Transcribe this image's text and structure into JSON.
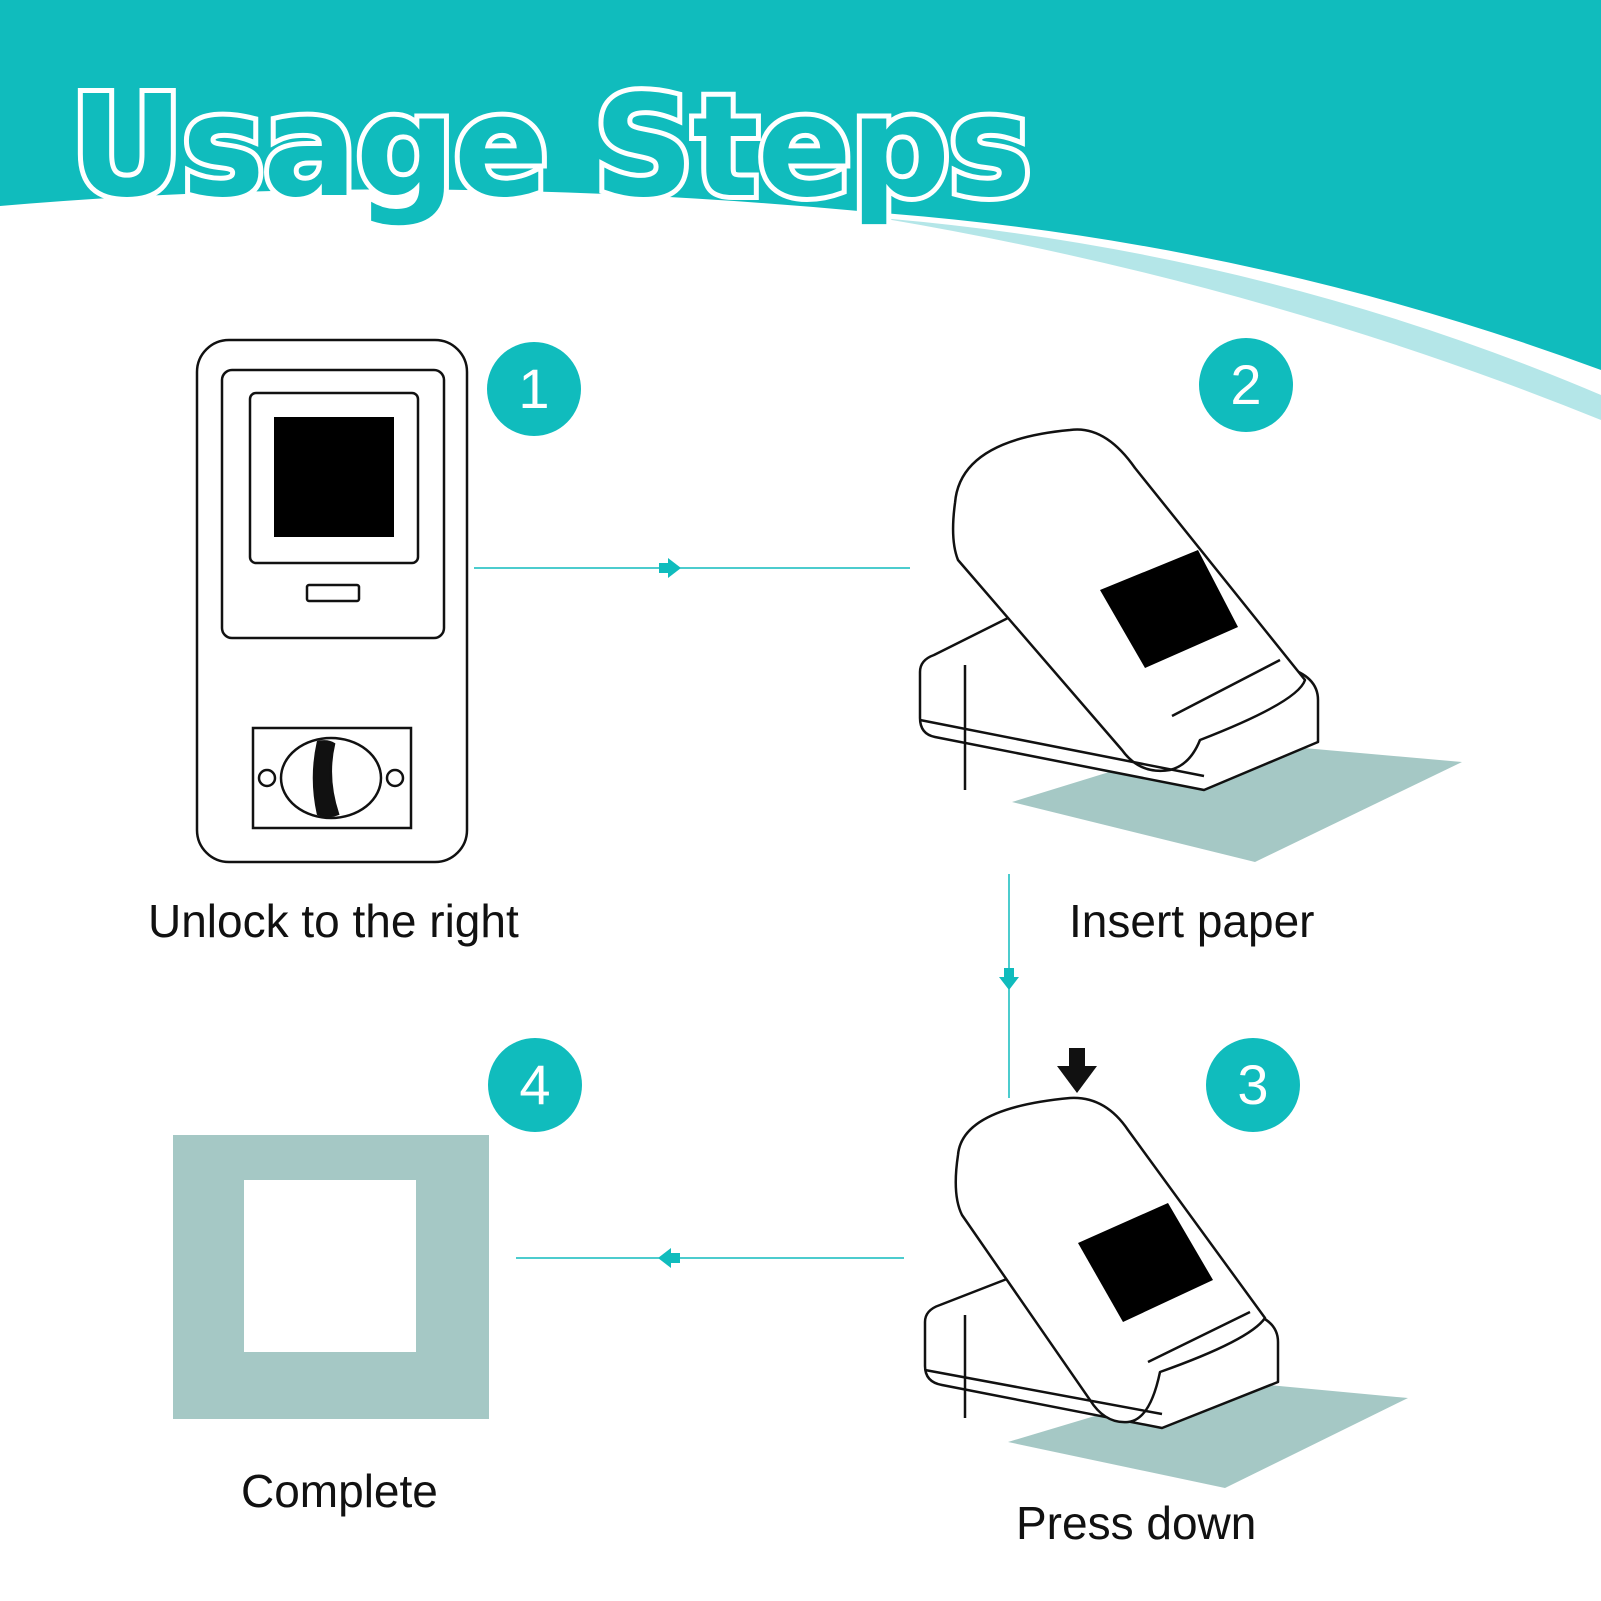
{
  "title": "Usage Steps",
  "steps": [
    {
      "number": "1",
      "caption": "Unlock to the right"
    },
    {
      "number": "2",
      "caption": "Insert paper"
    },
    {
      "number": "3",
      "caption": "Press down"
    },
    {
      "number": "4",
      "caption": "Complete"
    }
  ],
  "colors": {
    "accent": "#10bcbd",
    "accent_light": "#b4e6e8",
    "paper": "#a5c8c5",
    "ink": "#111111",
    "square": "#000000"
  },
  "icons": [
    "punch-unit-top-view",
    "punch-side-view",
    "arrow-right-icon",
    "arrow-down-icon",
    "arrow-left-icon",
    "press-arrow-icon",
    "punched-paper-icon"
  ]
}
